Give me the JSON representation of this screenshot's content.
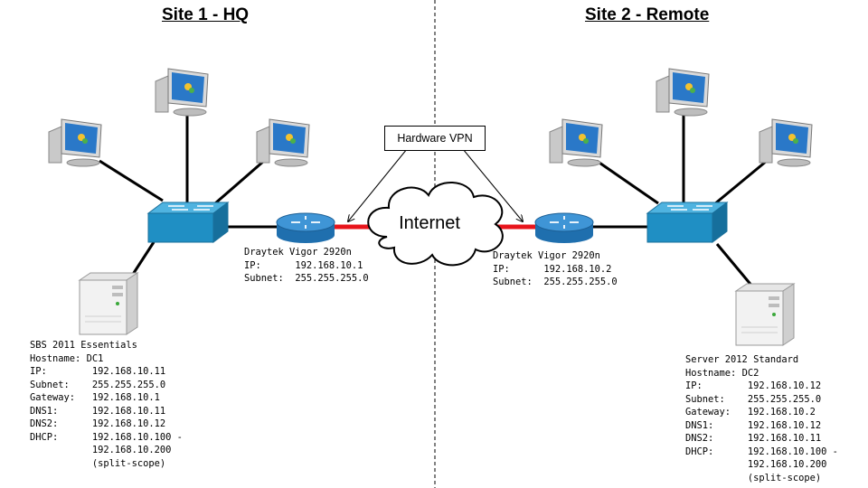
{
  "sites": {
    "hq_title": "Site 1 - HQ",
    "remote_title": "Site 2 - Remote"
  },
  "vpn_label": "Hardware VPN",
  "internet_label": "Internet",
  "router_hq": {
    "model": "Draytek Vigor 2920n",
    "ip_label": "IP:",
    "ip": "192.168.10.1",
    "subnet_label": "Subnet:",
    "subnet": "255.255.255.0"
  },
  "router_remote": {
    "model": "Draytek Vigor 2920n",
    "ip_label": "IP:",
    "ip": "192.168.10.2",
    "subnet_label": "Subnet:",
    "subnet": "255.255.255.0"
  },
  "server_hq": {
    "title": "SBS 2011 Essentials",
    "hostname_label": "Hostname:",
    "hostname": "DC1",
    "ip_label": "IP:",
    "ip": "192.168.10.11",
    "subnet_label": "Subnet:",
    "subnet": "255.255.255.0",
    "gateway_label": "Gateway:",
    "gateway": "192.168.10.1",
    "dns1_label": "DNS1:",
    "dns1": "192.168.10.11",
    "dns2_label": "DNS2:",
    "dns2": "192.168.10.12",
    "dhcp_label": "DHCP:",
    "dhcp_start": "192.168.10.100 -",
    "dhcp_end": "192.168.10.200",
    "dhcp_note": "(split-scope)"
  },
  "server_remote": {
    "title": "Server 2012 Standard",
    "hostname_label": "Hostname:",
    "hostname": "DC2",
    "ip_label": "IP:",
    "ip": "192.168.10.12",
    "subnet_label": "Subnet:",
    "subnet": "255.255.255.0",
    "gateway_label": "Gateway:",
    "gateway": "192.168.10.2",
    "dns1_label": "DNS1:",
    "dns1": "192.168.10.12",
    "dns2_label": "DNS2:",
    "dns2": "192.168.10.11",
    "dhcp_label": "DHCP:",
    "dhcp_start": "192.168.10.100 -",
    "dhcp_end": "192.168.10.200",
    "dhcp_note": "(split-scope)"
  },
  "colors": {
    "link": "#000000",
    "vpn_link": "#e8141b",
    "switch": "#1f8fc4",
    "router": "#2b7fc0",
    "divider": "#000000"
  },
  "icons": {
    "workstation": "workstation-icon",
    "switch": "network-switch-icon",
    "router": "router-icon",
    "server": "server-tower-icon",
    "cloud": "internet-cloud-icon"
  }
}
